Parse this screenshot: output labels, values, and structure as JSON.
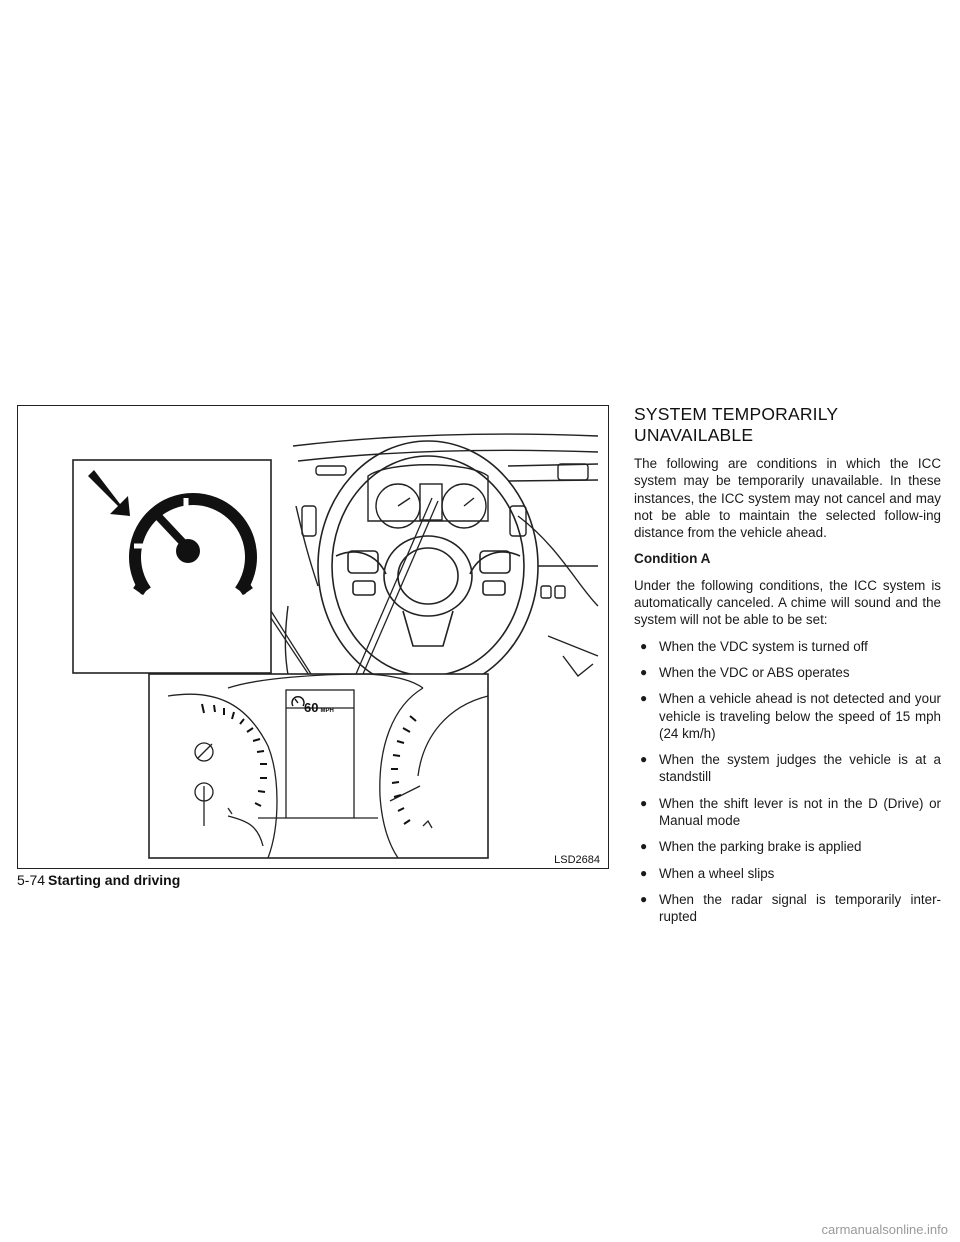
{
  "figure": {
    "label": "LSD2684",
    "speed_value": "60",
    "speed_unit": "MPH"
  },
  "section": {
    "title": "SYSTEM TEMPORARILY UNAVAILABLE",
    "intro": "The following are conditions in which the ICC system may be temporarily unavailable. In these instances, the ICC system may not cancel and may not be able to maintain the selected follow-ing distance from the vehicle ahead.",
    "condition_heading": "Condition A",
    "condition_text": "Under the following conditions, the ICC system is automatically canceled. A chime will sound and the system will not be able to be set:",
    "bullets": [
      "When the VDC system is turned off",
      "When the VDC or ABS operates",
      "When a vehicle ahead is not detected and your vehicle is traveling below the speed of 15 mph (24 km/h)",
      "When the system judges the vehicle is at a standstill",
      "When the shift lever is not in the D (Drive) or Manual mode",
      "When the parking brake is applied",
      "When a wheel slips",
      "When the radar signal is temporarily inter-rupted"
    ]
  },
  "footer": {
    "page_number": "5-74",
    "section_name": "Starting and driving"
  },
  "watermark": "carmanualsonline.info",
  "icons": {
    "callout_icon": "speedometer-icon",
    "pointer": "arrow-icon"
  }
}
